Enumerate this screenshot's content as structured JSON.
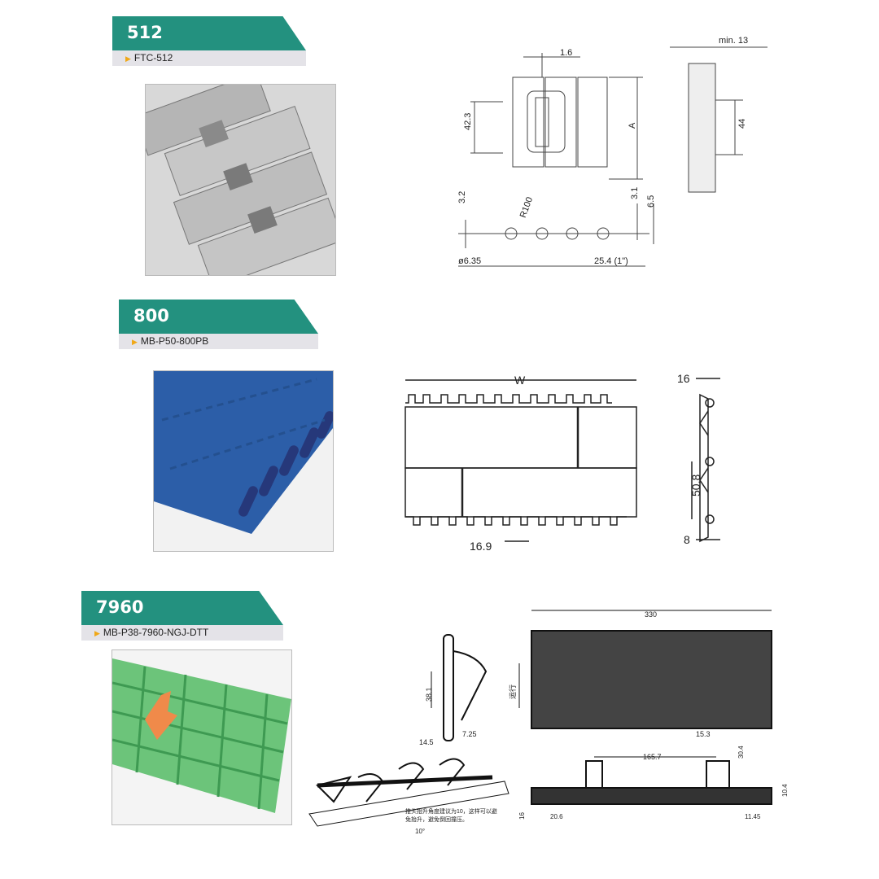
{
  "sections": [
    {
      "title": "512",
      "model": "FTC-512"
    },
    {
      "title": "800",
      "model": "MB-P50-800PB"
    },
    {
      "title": "7960",
      "model": "MB-P38-7960-NGJ-DTT"
    }
  ],
  "drawing_512": {
    "d1": "1.6",
    "d2": "42.3",
    "d3": "A",
    "d4": "min. 13",
    "d5": "44",
    "d6": "3.2",
    "d7": "R100",
    "d8": "3.1",
    "d9": "6.5",
    "d10": "ø6.35",
    "d11": "25.4 (1\")"
  },
  "drawing_800": {
    "w": "W",
    "pitch": "16.9",
    "thick": "16",
    "height": "50.8",
    "edge": "8"
  },
  "drawing_7960": {
    "d1": "38.1",
    "d2": "7.25",
    "d3": "14.5",
    "width": "330",
    "run": "运行",
    "d4": "15.3",
    "d5": "165.7",
    "d6": "30.4",
    "d7": "10.4",
    "d8": "16",
    "d9": "20.6",
    "d10": "11.45",
    "angle": "10°",
    "note1": "推头抬升角度建议为10，这样可以避",
    "note2": "免抬升，避免倒回撞压。"
  },
  "colors": {
    "accent": "#23917f",
    "subband": "#e4e3e8",
    "arrow": "#f0a818",
    "belt800": "#2c5ea8",
    "belt7960": "#6cc47a",
    "pusher": "#f08a4a"
  }
}
